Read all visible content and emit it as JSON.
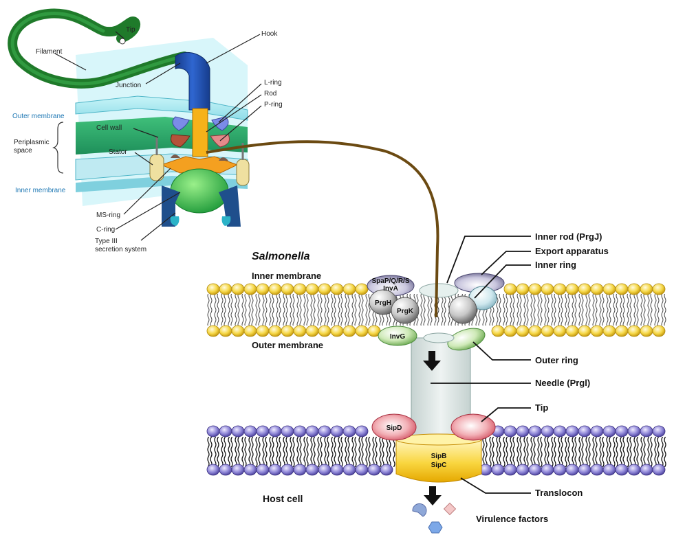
{
  "flagellum": {
    "tip": "Tip",
    "hook": "Hook",
    "filament": "Filament",
    "junction": "Junction",
    "l_ring": "L-ring",
    "rod": "Rod",
    "p_ring": "P-ring",
    "outer_membrane": "Outer membrane",
    "periplasmic_space_line1": "Periplasmic",
    "periplasmic_space_line2": "space",
    "cell_wall": "Cell wall",
    "stator": "Stator",
    "inner_membrane": "Inner membrane",
    "ms_ring": "MS-ring",
    "c_ring": "C-ring",
    "type3_line1": "Type III",
    "type3_line2": "secretion system"
  },
  "injectisome": {
    "organism": "Salmonella",
    "inner_membrane": "Inner membrane",
    "outer_membrane": "Outer membrane",
    "host_cell": "Host cell",
    "proteins": {
      "spa_line1": "SpaP/Q/R/S",
      "spa_line2": "InvA",
      "prgh": "PrgH",
      "prgk": "PrgK",
      "invg": "InvG",
      "sipd": "SipD",
      "sipb": "SipB",
      "sipc": "SipC"
    },
    "labels": {
      "inner_rod": "Inner rod (PrgJ)",
      "export_apparatus": "Export apparatus",
      "inner_ring": "Inner ring",
      "outer_ring": "Outer ring",
      "needle": "Needle (Prgl)",
      "tip": "Tip",
      "translocon": "Translocon",
      "virulence_factors": "Virulence factors"
    }
  },
  "colors": {
    "bacterial_lipid_head": "#f3d23a",
    "host_lipid_head": "#8a7fd0",
    "flagellar_filament": "#1f7a2a",
    "hook": "#1f4fb0",
    "connector_line": "#6b4a12"
  }
}
